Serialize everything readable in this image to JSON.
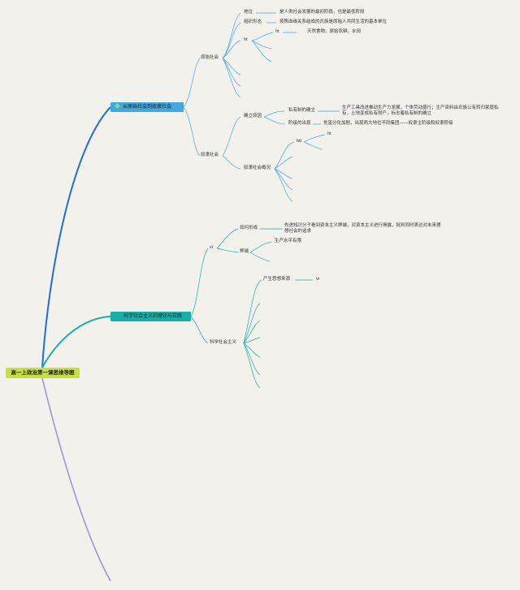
{
  "root": "高一上政治第一课思维导图",
  "branches": [
    {
      "label": "从原始社会到奴隶社会",
      "icon": "gem-icon",
      "color": "#3fa9e0",
      "children": [
        {
          "label": "原始社会",
          "children": [
            {
              "label": "地位",
              "detail": "是人类社会发展的最初阶段，也是最低阶段"
            },
            {
              "label": "组织形态",
              "detail": "按照血缘关系结成的氏族是原始人共同生活的基本单位"
            },
            {
              "label": "ht",
              "sub": [
                {
                  "label": "ht",
                  "detail": "天然食物，原始农耕，水田"
                }
              ]
            }
          ]
        },
        {
          "label": "奴隶社会",
          "children": [
            {
              "label": "确立原因",
              "sub": [
                {
                  "label": "私有制的确立",
                  "detail": "生产工具改进推动生产力发展，个体劳动盛行；生产资料由氏族公有转归家庭私有，土地变成私有财产，标志着私有制的确立"
                },
                {
                  "label": "阶级的出现",
                  "detail": "贫富分化加剧，出现两大地位不同集团——奴隶主阶级和奴隶阶级"
                }
              ]
            },
            {
              "label": "奴隶社会概况",
              "sub": [
                {
                  "label": "htt",
                  "sub": [
                    {
                      "label": "ht"
                    }
                  ]
                }
              ]
            }
          ]
        }
      ]
    },
    {
      "label": "科学社会主义的理论与实践",
      "color": "#16b0a8",
      "children": [
        {
          "label": "vi",
          "children": [
            {
              "label": "如何形成",
              "detail": "先进知识分子看到资本主义弊端，对资本主义进行揭露，批判同时表达对未来理想社会的追求"
            },
            {
              "label": "弊端",
              "detail": "生产水平有限"
            }
          ]
        },
        {
          "label": "科学社会主义",
          "children": [
            {
              "label": "产生思想来源",
              "detail": "vi"
            }
          ]
        }
      ]
    },
    {
      "label": "",
      "color": "#9b8fd8"
    }
  ]
}
